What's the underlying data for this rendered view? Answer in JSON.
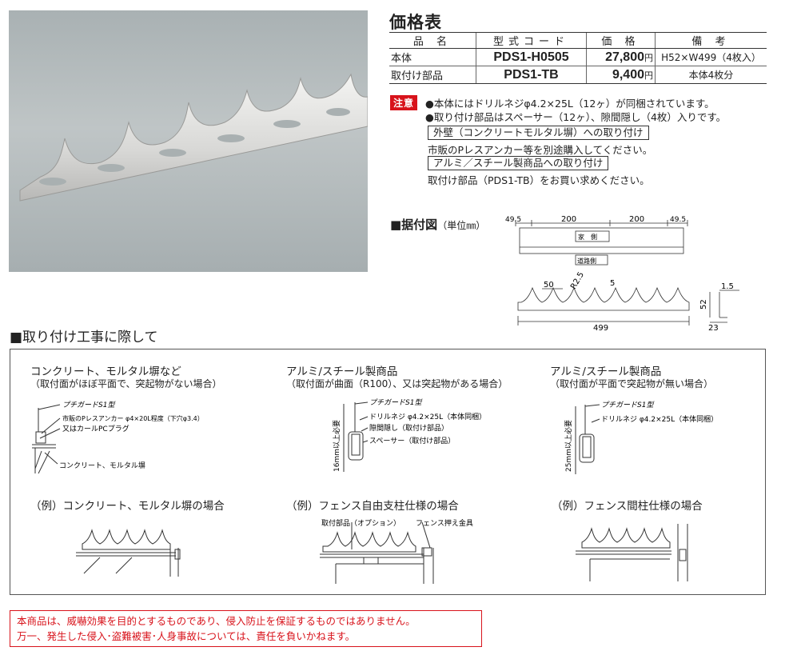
{
  "price_table": {
    "title": "価格表",
    "headers": [
      "品 名",
      "型式コード",
      "価 格",
      "備 考"
    ],
    "rows": [
      {
        "name": "本体",
        "code": "PDS1-H0505",
        "price": "27,800",
        "yen": "円",
        "note": "H52×W499（4枚入）"
      },
      {
        "name": "取付け部品",
        "code": "PDS1-TB",
        "price": "9,400",
        "yen": "円",
        "note": "本体4枚分"
      }
    ]
  },
  "caution": {
    "tag": "注意",
    "lines": [
      "●本体にはドリルネジφ4.2×25L（12ヶ）が同梱されています。",
      "●取り付け部品はスペーサー（12ヶ）、隙間隠し（4枚）入りです。"
    ],
    "box1": "外壁（コンクリートモルタル塀）への取り付け",
    "text1": "市販のPレスアンカー等を別途購入してください。",
    "box2": "アルミ／スチール製商品への取り付け",
    "text2": "取付け部品（PDS1-TB）をお買い求めください。"
  },
  "install_figure": {
    "title": "■据付図",
    "unit": "（単位㎜）",
    "top_dims": [
      "49.5",
      "200",
      "200",
      "49.5"
    ],
    "house_side": "家　側",
    "road_side": "道路側",
    "front_dims": [
      "50",
      "R2.5",
      "5"
    ],
    "width": "499",
    "side_dims": [
      "1.5",
      "52",
      "23"
    ]
  },
  "installation": {
    "title": "■取り付け工事に際して",
    "cases": [
      {
        "title": "コンクリート、モルタル塀など",
        "sub": "（取付面がほぼ平面で、突起物がない場合）",
        "labels": [
          "プチガードS1型",
          "市販のPレスアンカー φ4×20L程度（下穴φ3.4）",
          "又はカールPCプラグ",
          "コンクリート、モルタル塀"
        ]
      },
      {
        "title": "アルミ/スチール製商品",
        "sub": "（取付面が曲面（R100）、又は突起物がある場合）",
        "labels": [
          "プチガードS1型",
          "ドリルネジ φ4.2×25L（本体同梱）",
          "隙間隠し（取付け部品）",
          "スペーサー（取付け部品）"
        ],
        "vlabel": "16mm以上必要"
      },
      {
        "title": "アルミ/スチール製商品",
        "sub": "（取付面が平面で突起物が無い場合）",
        "labels": [
          "プチガードS1型",
          "ドリルネジ φ4.2×25L（本体同梱）"
        ],
        "vlabel": "25mm以上必要"
      }
    ],
    "examples": [
      {
        "title": "（例）コンクリート、モルタル塀の場合"
      },
      {
        "title": "（例）フェンス自由支柱仕様の場合",
        "labels": [
          "取付部品（オプション）",
          "フェンス押え金具"
        ]
      },
      {
        "title": "（例）フェンス間柱仕様の場合"
      }
    ]
  },
  "disclaimer": {
    "lines": [
      "本商品は、威嚇効果を目的とするものであり、侵入防止を保証するものではありません。",
      "万一、発生した侵入･盗難被害･人身事故については、責任を負いかねます。"
    ]
  }
}
